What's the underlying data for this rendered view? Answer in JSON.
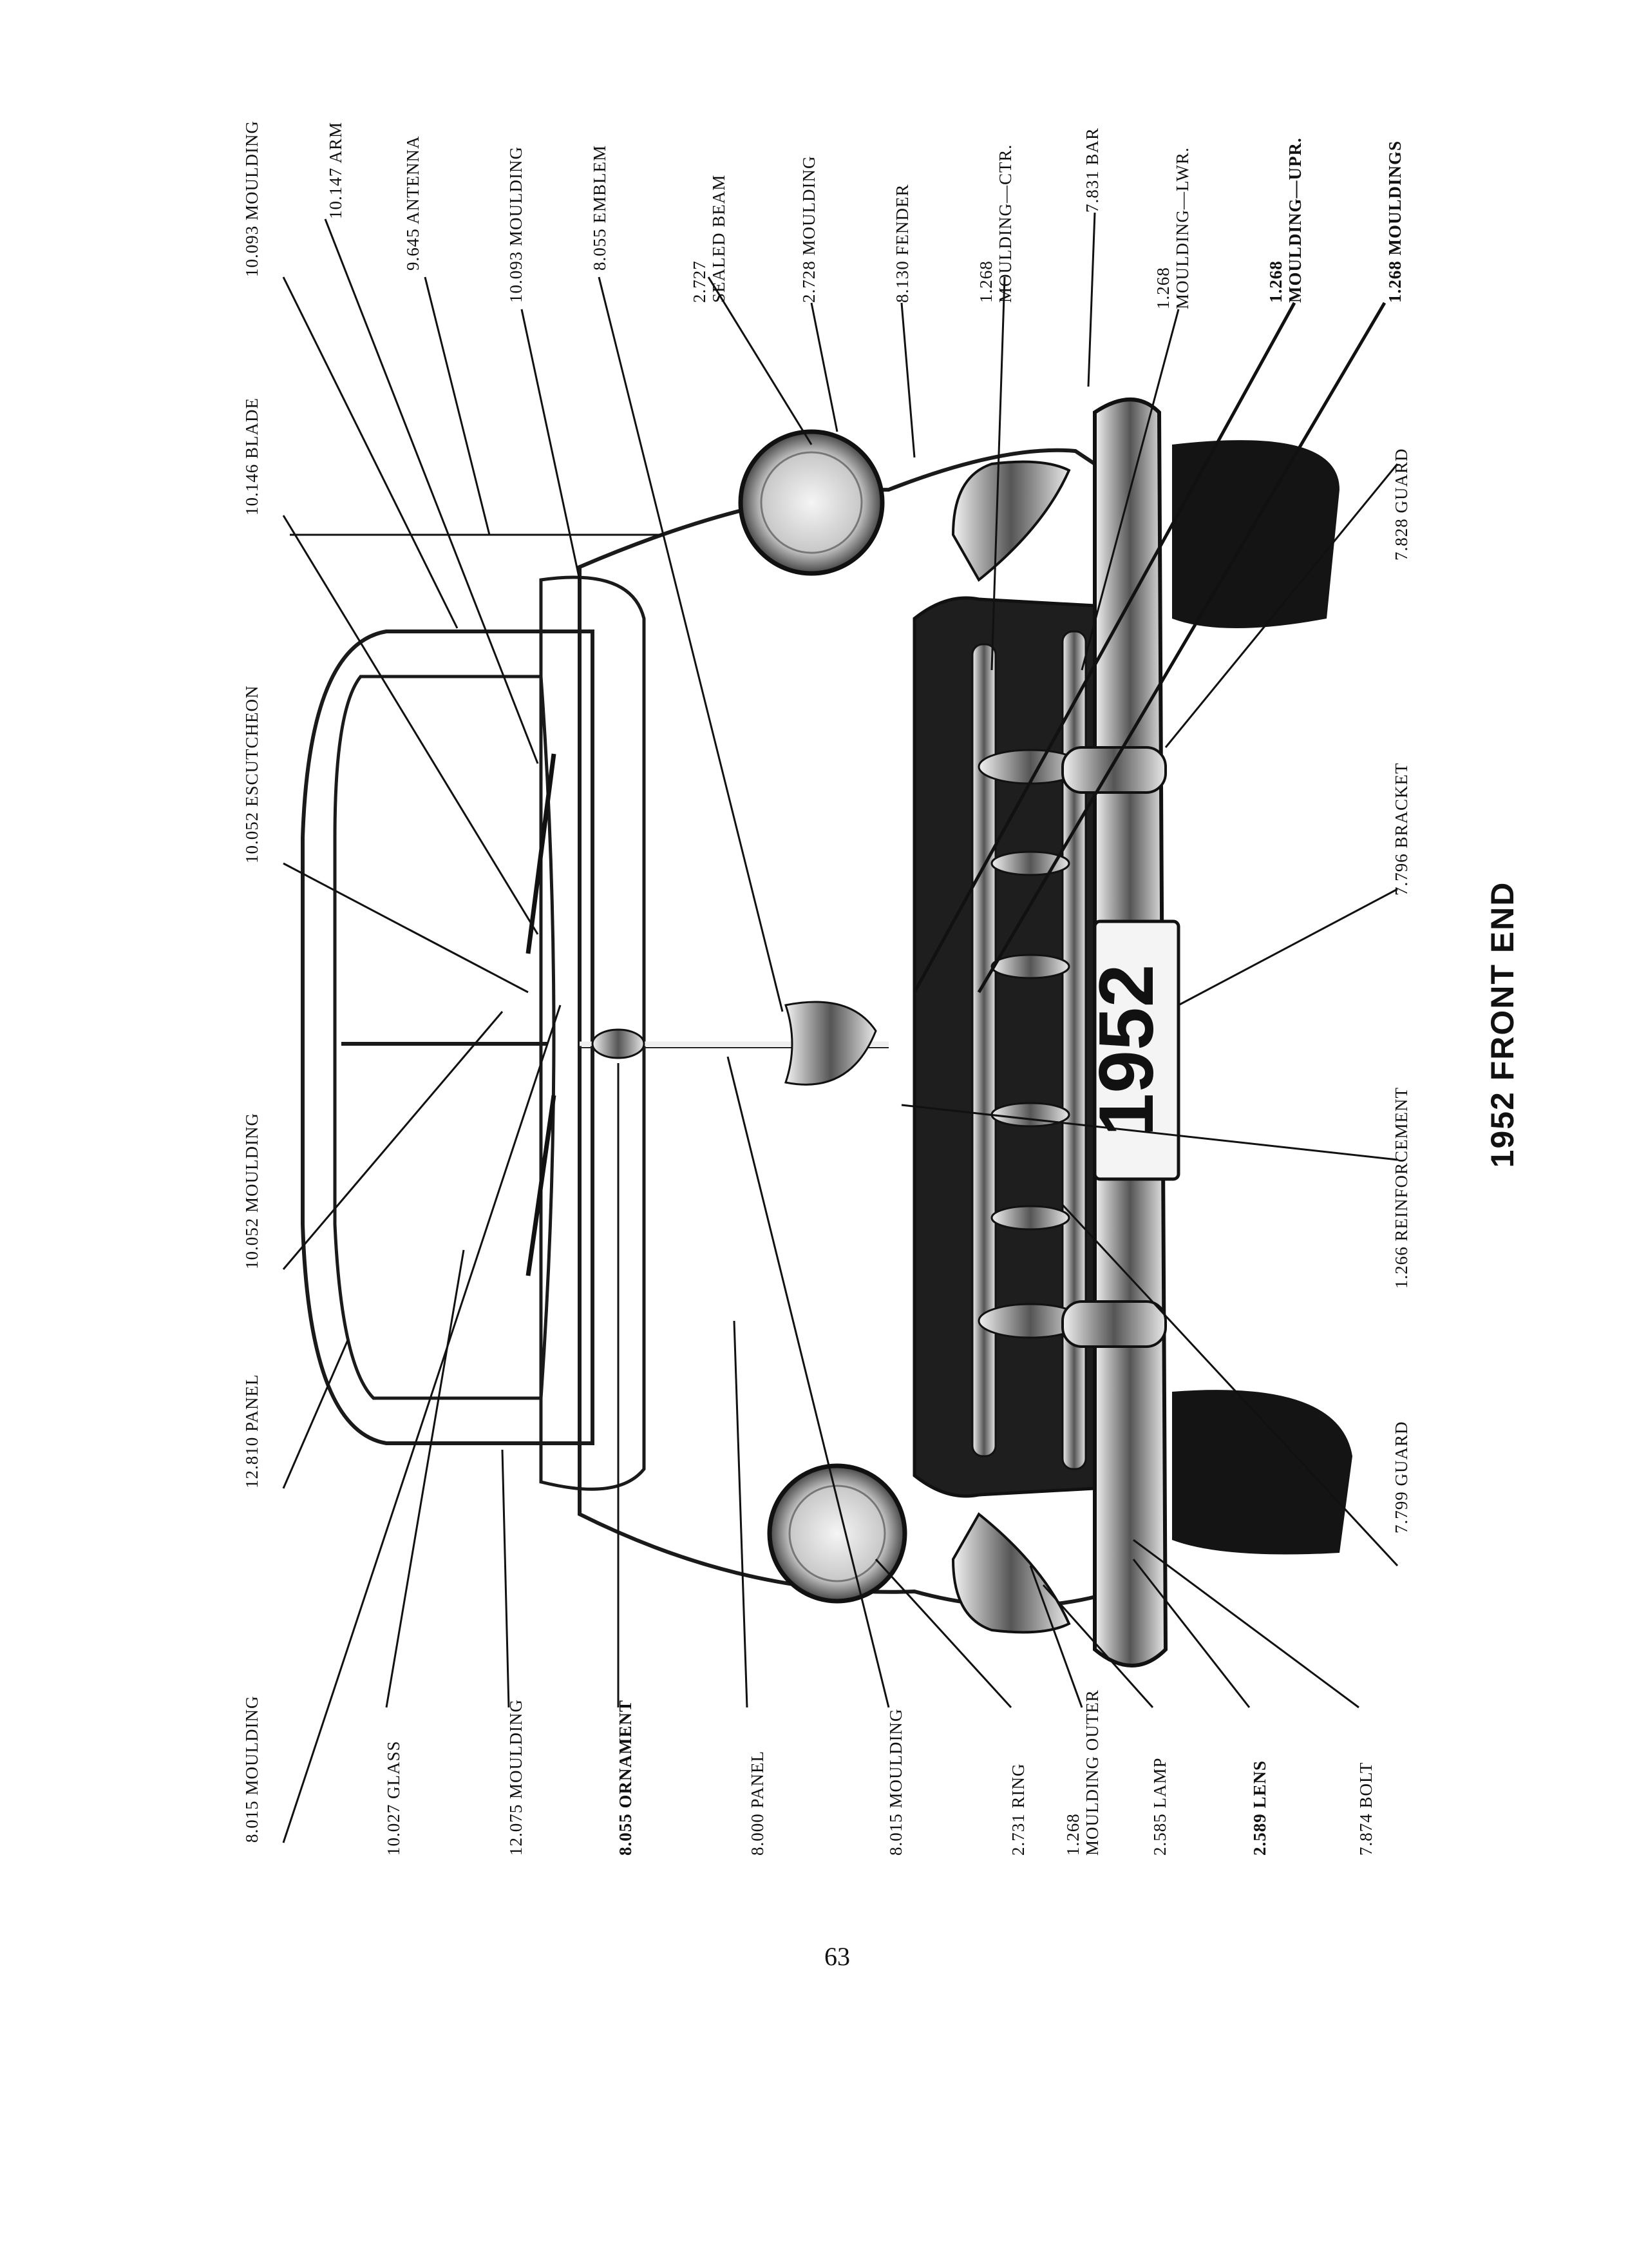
{
  "page": {
    "title": "1952 FRONT END",
    "page_number": "63",
    "plate_text": "1952"
  },
  "labels_left_column": [
    {
      "text": "10.093 MOULDING"
    },
    {
      "text": "10.146 BLADE"
    },
    {
      "text": "10.052 ESCUTCHEON"
    },
    {
      "text": "10.052 MOULDING"
    },
    {
      "text": "12.810 PANEL"
    },
    {
      "text": "8.015 MOULDING"
    }
  ],
  "labels_top_row": [
    {
      "text": "10.147 ARM"
    },
    {
      "text": "9.645 ANTENNA"
    },
    {
      "text": "10.093 MOULDING"
    },
    {
      "text": "8.055 EMBLEM"
    },
    {
      "text": "2.727",
      "text2": "SEALED BEAM"
    },
    {
      "text": "2.728 MOULDING"
    },
    {
      "text": "8.130 FENDER"
    },
    {
      "text": "1.268",
      "text2": "MOULDING—CTR."
    },
    {
      "text": "7.831 BAR"
    },
    {
      "text": "1.268",
      "text2": "MOULDING—LWR."
    },
    {
      "text": "1.268",
      "text2": "MOULDING—UPR."
    },
    {
      "text": "1.268 MOULDINGS"
    }
  ],
  "labels_bottom_row": [
    {
      "text": "10.027 GLASS"
    },
    {
      "text": "12.075 MOULDING"
    },
    {
      "text": "8.055 ORNAMENT"
    },
    {
      "text": "8.000 PANEL"
    },
    {
      "text": "8.015 MOULDING"
    },
    {
      "text": "2.731 RING"
    },
    {
      "text": "1.268",
      "text2": "MOULDING  OUTER"
    },
    {
      "text": "2.585 LAMP"
    },
    {
      "text": "2.589 LENS"
    },
    {
      "text": "7.874 BOLT"
    }
  ],
  "labels_right_column": [
    {
      "text": "7.828 GUARD"
    },
    {
      "text": "7.796 BRACKET"
    },
    {
      "text": "1.266 REINFORCEMENT"
    },
    {
      "text": "7.799 GUARD"
    }
  ]
}
